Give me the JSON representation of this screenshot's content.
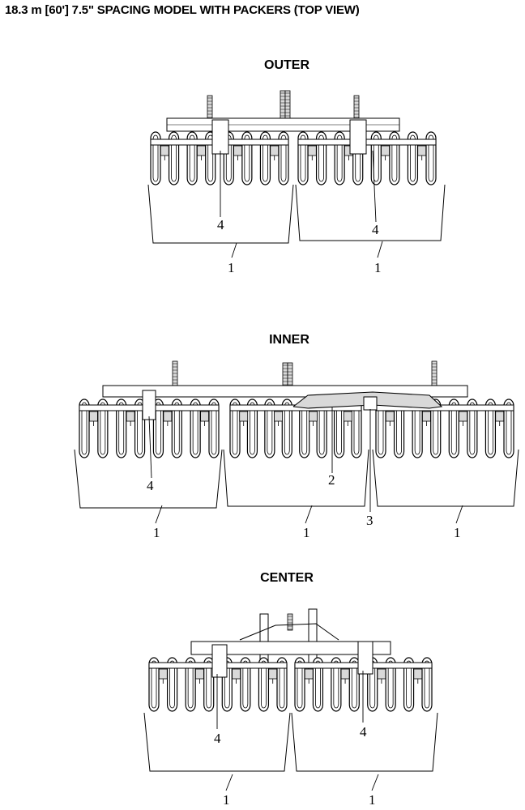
{
  "page": {
    "title": "18.3 m [60'] 7.5\" SPACING MODEL WITH PACKERS (TOP VIEW)"
  },
  "sections": {
    "outer": {
      "label": "OUTER"
    },
    "inner": {
      "label": "INNER"
    },
    "center": {
      "label": "CENTER"
    }
  },
  "callouts": {
    "packer": "1",
    "center_frame": "2",
    "center_hitch": "3",
    "mount": "4"
  },
  "colors": {
    "line": "#000000",
    "fill": "#ffffff",
    "shade": "#d9d9d9"
  }
}
